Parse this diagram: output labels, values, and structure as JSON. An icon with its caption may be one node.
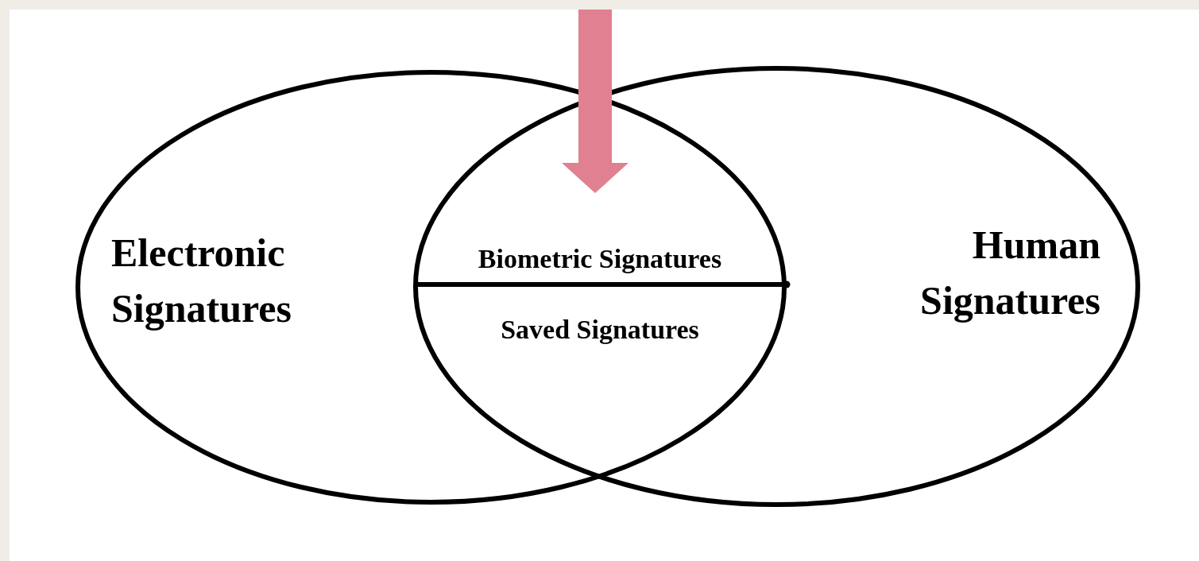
{
  "diagram": {
    "nodes": [
      {
        "text": [
          "Electronic Signatures"
        ]
      },
      {
        "text": [
          "Human Signatures"
        ]
      },
      {
        "text": [
          "Biometric Signatures"
        ]
      },
      {
        "text": [
          "Saved Signatures"
        ]
      }
    ],
    "edges": [
      {
        "from": null,
        "to": 2,
        "arrow": "to",
        "color": "#e08090"
      }
    ]
  }
}
